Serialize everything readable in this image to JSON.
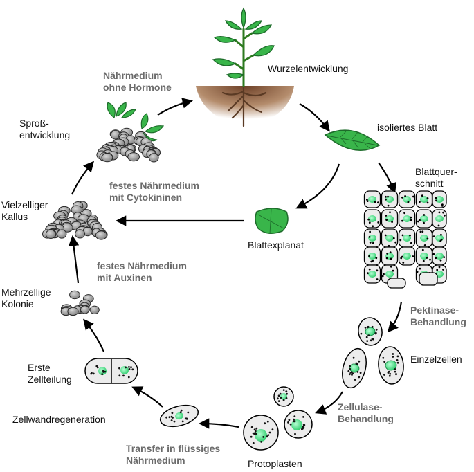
{
  "stages": {
    "wurzel": "Wurzelentwicklung",
    "blatt": "isoliertes Blatt",
    "querschnitt": [
      "Blattquer-",
      "schnitt"
    ],
    "explanat": "Blattexplanat",
    "einzelzellen": "Einzelzellen",
    "protoplasten": "Protoplasten",
    "zellwand": "Zellwandregeneration",
    "zellteilung": [
      "Erste",
      "Zellteilung"
    ],
    "kolonie": [
      "Mehrzellige",
      "Kolonie"
    ],
    "kallus": [
      "Vielzelliger",
      "Kallus"
    ],
    "spross": [
      "Sproß-",
      "entwicklung"
    ]
  },
  "conditions": {
    "ohne_hormone": [
      "Nährmedium",
      "ohne Hormone"
    ],
    "cytokinine": [
      "festes Nährmedium",
      "mit Cytokininen"
    ],
    "auxine": [
      "festes Nährmedium",
      "mit Auxinen"
    ],
    "pektinase": [
      "Pektinase-",
      "Behandlung"
    ],
    "zellulase": [
      "Zellulase-",
      "Behandlung"
    ],
    "transfer": [
      "Transfer in flüssiges",
      "Nährmedium"
    ]
  },
  "colors": {
    "leaf": "#39b54a",
    "leaf_dark": "#1d6b2a",
    "nucleus": "#2ee07a",
    "cell_fill": "#ececec",
    "callus": "#8f8f8f",
    "soil": "#8a5a3c",
    "root": "#5a3a24",
    "condition_text": "#6b6b6b"
  }
}
